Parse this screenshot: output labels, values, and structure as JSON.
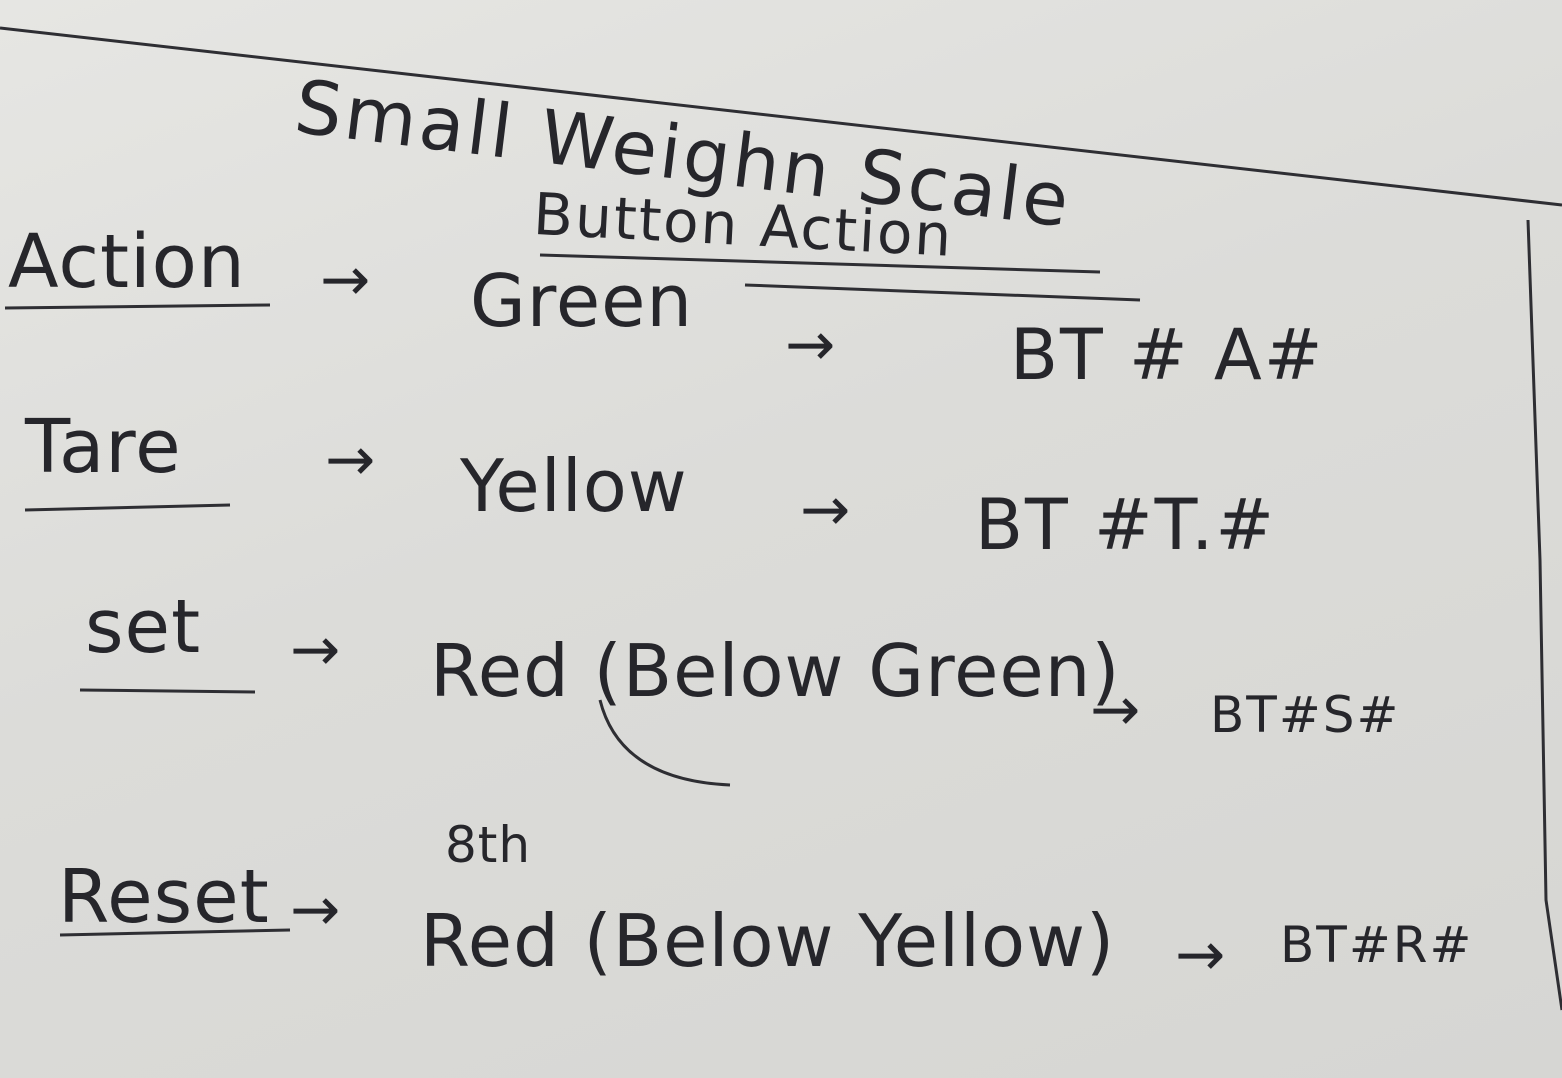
{
  "document": {
    "title": "Small Weighn Scale",
    "subtitle": "Button Action",
    "rows": [
      {
        "label": "Action",
        "arrow1": "→",
        "color": "Green",
        "arrow2": "→",
        "code": "BT # A#"
      },
      {
        "label": "Tare",
        "arrow1": "→",
        "color": "Yellow",
        "arrow2": "→",
        "code": "BT #T.#"
      },
      {
        "label": "set",
        "arrow1": "→",
        "color": "Red (Below Green)",
        "arrow2": "→",
        "code": "BT#S#"
      },
      {
        "label": "Reset",
        "arrow1": "→",
        "color": "Red (Below Yellow)",
        "arrow2": "→",
        "code": "BT#R#"
      }
    ],
    "annotation": "8th"
  },
  "ink_color": "#26262b"
}
